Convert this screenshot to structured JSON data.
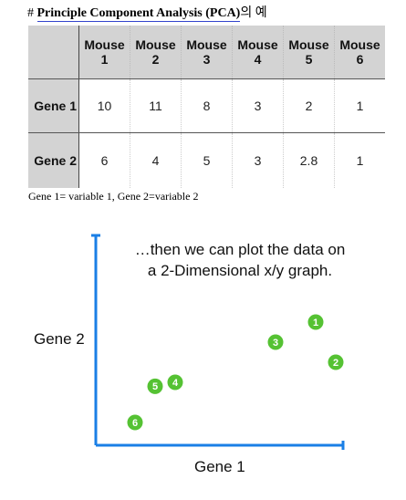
{
  "heading": {
    "prefix": "# ",
    "title": "Principle Component Analysis (PCA)",
    "suffix": "의 예"
  },
  "table": {
    "columns": [
      "Mouse 1",
      "Mouse 2",
      "Mouse 3",
      "Mouse 4",
      "Mouse 5",
      "Mouse 6"
    ],
    "rows": [
      {
        "label": "Gene 1",
        "values": [
          "10",
          "11",
          "8",
          "3",
          "2",
          "1"
        ]
      },
      {
        "label": "Gene 2",
        "values": [
          "6",
          "4",
          "5",
          "3",
          "2.8",
          "1"
        ]
      }
    ]
  },
  "note": "Gene 1= variable 1, Gene 2=variable 2",
  "graph": {
    "caption_line1": "…then we can plot the data on",
    "caption_line2": "a 2-Dimensional x/y graph.",
    "ylabel": "Gene 2",
    "xlabel": "Gene 1",
    "axis_color": "#1a7fe6",
    "point_color": "#55c233",
    "points": [
      {
        "label": "1",
        "x": 10,
        "y": 6
      },
      {
        "label": "2",
        "x": 11,
        "y": 4
      },
      {
        "label": "3",
        "x": 8,
        "y": 5
      },
      {
        "label": "4",
        "x": 3,
        "y": 3
      },
      {
        "label": "5",
        "x": 2,
        "y": 2.8
      },
      {
        "label": "6",
        "x": 1,
        "y": 1
      }
    ]
  }
}
